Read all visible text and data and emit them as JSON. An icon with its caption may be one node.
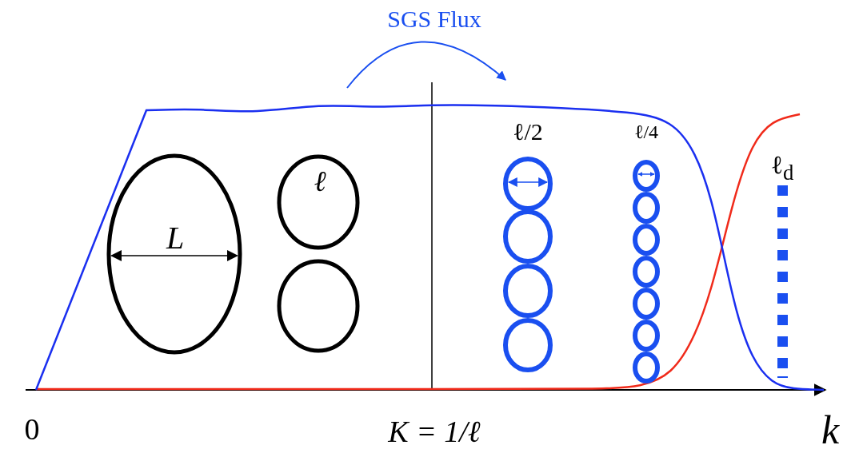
{
  "diagram": {
    "labels": [
      "SGS Flux",
      "L",
      "ℓ",
      "ℓ/2",
      "ℓ/4",
      "ℓ$_{d}$",
      "0",
      "K = 1/ℓ",
      "k"
    ]
  }
}
